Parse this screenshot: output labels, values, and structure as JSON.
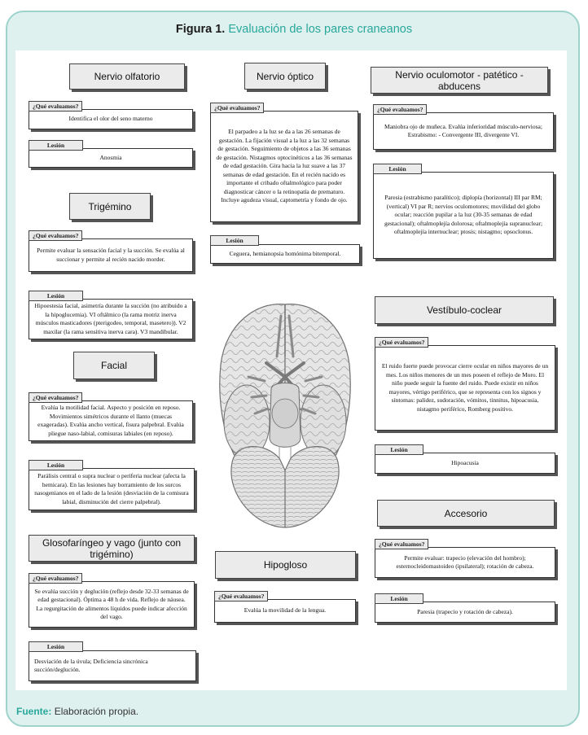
{
  "figure": {
    "number": "Figura 1.",
    "title": "Evaluación de los pares craneanos"
  },
  "footer": {
    "label": "Fuente:",
    "text": "Elaboración propia."
  },
  "labels": {
    "que": "¿Qué evaluamos?",
    "lesion": "Lesión"
  },
  "nerves": {
    "olfatorio": {
      "name": "Nervio olfatorio",
      "evaluate": "Identifica el olor del seno materno",
      "lesion": "Anosmia"
    },
    "optico": {
      "name": "Nervio óptico",
      "evaluate": "El parpadeo a la luz se da a las 26 semanas de gestación. La fijación visual a la luz a las 32 semanas de gestación. Seguimiento de objetos a las 36 semanas de gestación. Nistagmos optocinéticos a las 36 semanas de edad gestación. Gira hacia la luz suave a las 37 semanas de edad gestación. En el recién nacido es importante el cribado oftalmológico para poder diagnosticar cáncer o la retinopatía de prematuro. Incluye agudeza visual, captometría y fondo de ojo.",
      "lesion": "Ceguera, hemianopsia homónima bitemporal."
    },
    "oculomotor": {
      "name": "Nervio oculomotor - patético - abducens",
      "evaluate": "Maniobra ojo de muñeca. Evalúa inferioridad músculo-nerviosa; Estrabismo: - Convergente III, divergente VI.",
      "lesion": "Paresia (estrabismo paralítico); diplopía (horizontal) III par RM; (vertical) VI par R; nervios oculomotores; movilidad del globo ocular; reacción pupilar a la luz (30-35 semanas de edad gestacional); oftalmoplejía dolorosa; oftalmoplejía supranuclear; oftalmoplejía internuclear; ptosis; nistagmo; opsoclonus."
    },
    "trigemino": {
      "name": "Trigémino",
      "evaluate": "Permite evaluar la sensación facial y la succión. Se evalúa al succionar y permite al recién nacido morder.",
      "lesion": "Hipoestesia facial, asimetría durante la succión (no atribuido a la hipoglucemia). VI oftálmico (la rama motriz inerva músculos masticadores (pterigodeo, temporal, masetero)). V2 maxilar (la rama sensitiva inerva cara). V3 mandibular."
    },
    "facial": {
      "name": "Facial",
      "evaluate": "Evalúa la motilidad facial. Aspecto y posición en reposo. Movimientos simétricos durante el llanto (muecas exageradas). Evalúa ancho vertical, fisura palpebral. Evalúa pliegue naso-labial, comisuras labiales (en reposo).",
      "lesion": "Parálisis central o supra nuclear o periferia nuclear (afecta la hemicara). En las lesiones hay borramiento de los surcos nasogenianos en el lado de la lesión (desviación de la comisura labial, disminución del cierre palpebral)."
    },
    "vestibulo": {
      "name": "Vestíbulo-coclear",
      "evaluate": "El ruido fuerte puede provocar cierre ocular en niños mayores de un mes. Los niños menores de un mes poseen el reflejo de Moro. El niño puede seguir la fuente del ruido. Puede existir en niños mayores, vértigo periférico, que se representa con los signos y síntomas: palidez, sudoración, vómitos, tinnitus, hipoacusia, nistagmo periférico, Romberg positivo.",
      "lesion": "Hipoacusia"
    },
    "glosofaringeo": {
      "name": "Glosofaríngeo y vago (junto con trigémino)",
      "evaluate": "Se evalúa succión y deglución (reflejo desde 32-33 semanas de edad gestacional). Óptima a 48 h de vida. Reflejo de náusea. La regurgitación de alimentos líquidos puede indicar afección del vago.",
      "lesion": "Desviación de la úvula; Deficiencia sincrónica succión/deglución."
    },
    "hipogloso": {
      "name": "Hipogloso",
      "evaluate": "Evalúa la movilidad de la lengua."
    },
    "accesorio": {
      "name": "Accesorio",
      "evaluate": "Permite evaluar: trapecio (elevación del hombro); esternocleidomastoideo (ipsilateral); rotación de cabeza.",
      "lesion": "Paresia (trapecio y rotación de cabeza)."
    }
  },
  "colors": {
    "teal": "#27a89a",
    "frame_bg": "#dff1ef",
    "frame_border": "#9ed3cc",
    "box_fill": "#ebebeb"
  }
}
